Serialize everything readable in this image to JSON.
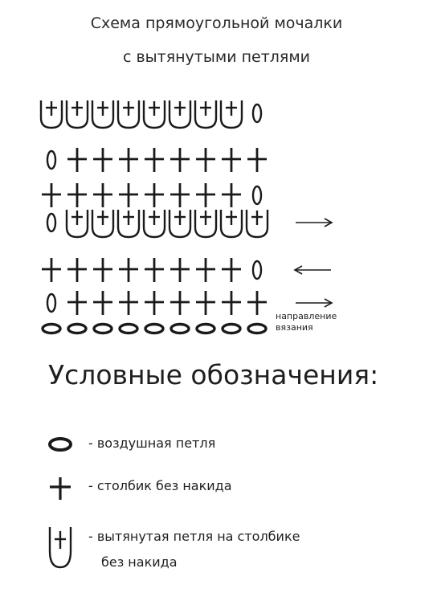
{
  "title": {
    "line1": "Схема прямоугольной мочалки",
    "line2": "с вытянутыми петлями"
  },
  "scheme": {
    "rows": [
      {
        "symbols": [
          "L",
          "L",
          "L",
          "L",
          "L",
          "L",
          "L",
          "L",
          "0"
        ],
        "arrow": ""
      },
      {
        "symbols": [
          "0",
          "+",
          "+",
          "+",
          "+",
          "+",
          "+",
          "+",
          "+"
        ],
        "arrow": ""
      },
      {
        "symbols": [
          "+",
          "+",
          "+",
          "+",
          "+",
          "+",
          "+",
          "+",
          "0"
        ],
        "arrow": ""
      },
      {
        "symbols": [
          "0",
          "L",
          "L",
          "L",
          "L",
          "L",
          "L",
          "L",
          "L"
        ],
        "arrow": "right"
      },
      {
        "symbols": [
          "+",
          "+",
          "+",
          "+",
          "+",
          "+",
          "+",
          "+",
          "0"
        ],
        "arrow": "left"
      },
      {
        "symbols": [
          "0",
          "+",
          "+",
          "+",
          "+",
          "+",
          "+",
          "+",
          "+"
        ],
        "arrow": "right"
      },
      {
        "symbols": [
          "o",
          "o",
          "o",
          "o",
          "o",
          "o",
          "o",
          "o",
          "o"
        ],
        "arrow": ""
      }
    ],
    "direction_label_line1": "направление",
    "direction_label_line2": "вязания"
  },
  "legend": {
    "title": "Условные обозначения:",
    "items": [
      {
        "icon": "chain-stitch-icon",
        "text": "- воздушная петля"
      },
      {
        "icon": "single-crochet-icon",
        "text": "- столбик без накида"
      },
      {
        "icon": "elongated-loop-icon",
        "text": "- вытянутая петля на столбике",
        "text2": "без накида"
      }
    ]
  }
}
